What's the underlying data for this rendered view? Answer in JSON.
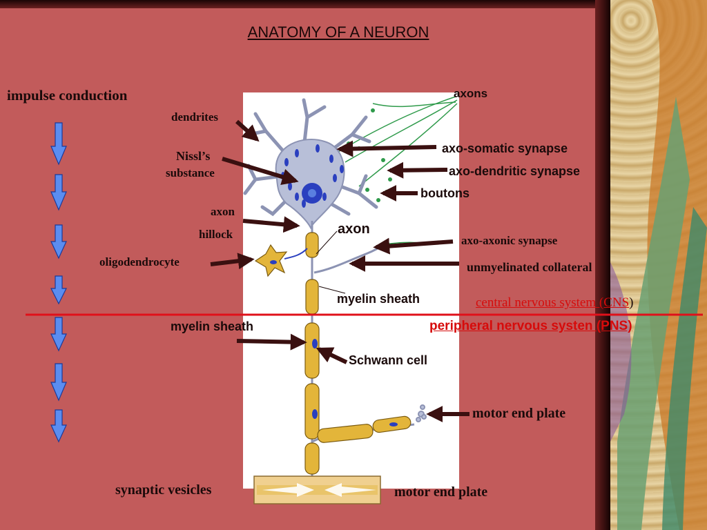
{
  "title": "ANATOMY OF A NEURON",
  "left": {
    "impulse": "impulse conduction"
  },
  "labels": {
    "dendrites": "dendrites",
    "nissl1": "Nissl’s",
    "nissl2": "substance",
    "axon_hillock1": "axon",
    "axon_hillock2": "hillock",
    "oligodendrocyte": "oligodendrocyte",
    "axons": "axons",
    "axo_somatic": "axo-somatic synapse",
    "axo_dendritic": "axo-dendritic synapse",
    "boutons": "boutons",
    "axon": "axon",
    "axo_axonic": "axo-axonic synapse",
    "unmyelinated": "unmyelinated collateral",
    "myelin_cns": "myelin sheath",
    "cns": "central nervous system (CNS",
    "cns_close": ")",
    "pns": "peripheral nervous systen (PNS)",
    "myelin_pns": "myelin sheath",
    "schwann": "Schwann cell",
    "motor_end_plate_1": "motor end plate",
    "synaptic_vesicles": "synaptic vesicles",
    "motor_end_plate_2": "motor end plate"
  },
  "colors": {
    "background": "#c25b5b",
    "divider": "#e0101a",
    "arrow_blue": "#5b8df0",
    "pointer": "#3a1010",
    "myelin": "#e3b53a",
    "cell_body": "#b8bfd8",
    "nucleus": "#2a3fbf",
    "synapse_green": "#2e9a4a"
  },
  "icons": [
    "down-arrow-icon",
    "pointer-arrow-icon"
  ]
}
